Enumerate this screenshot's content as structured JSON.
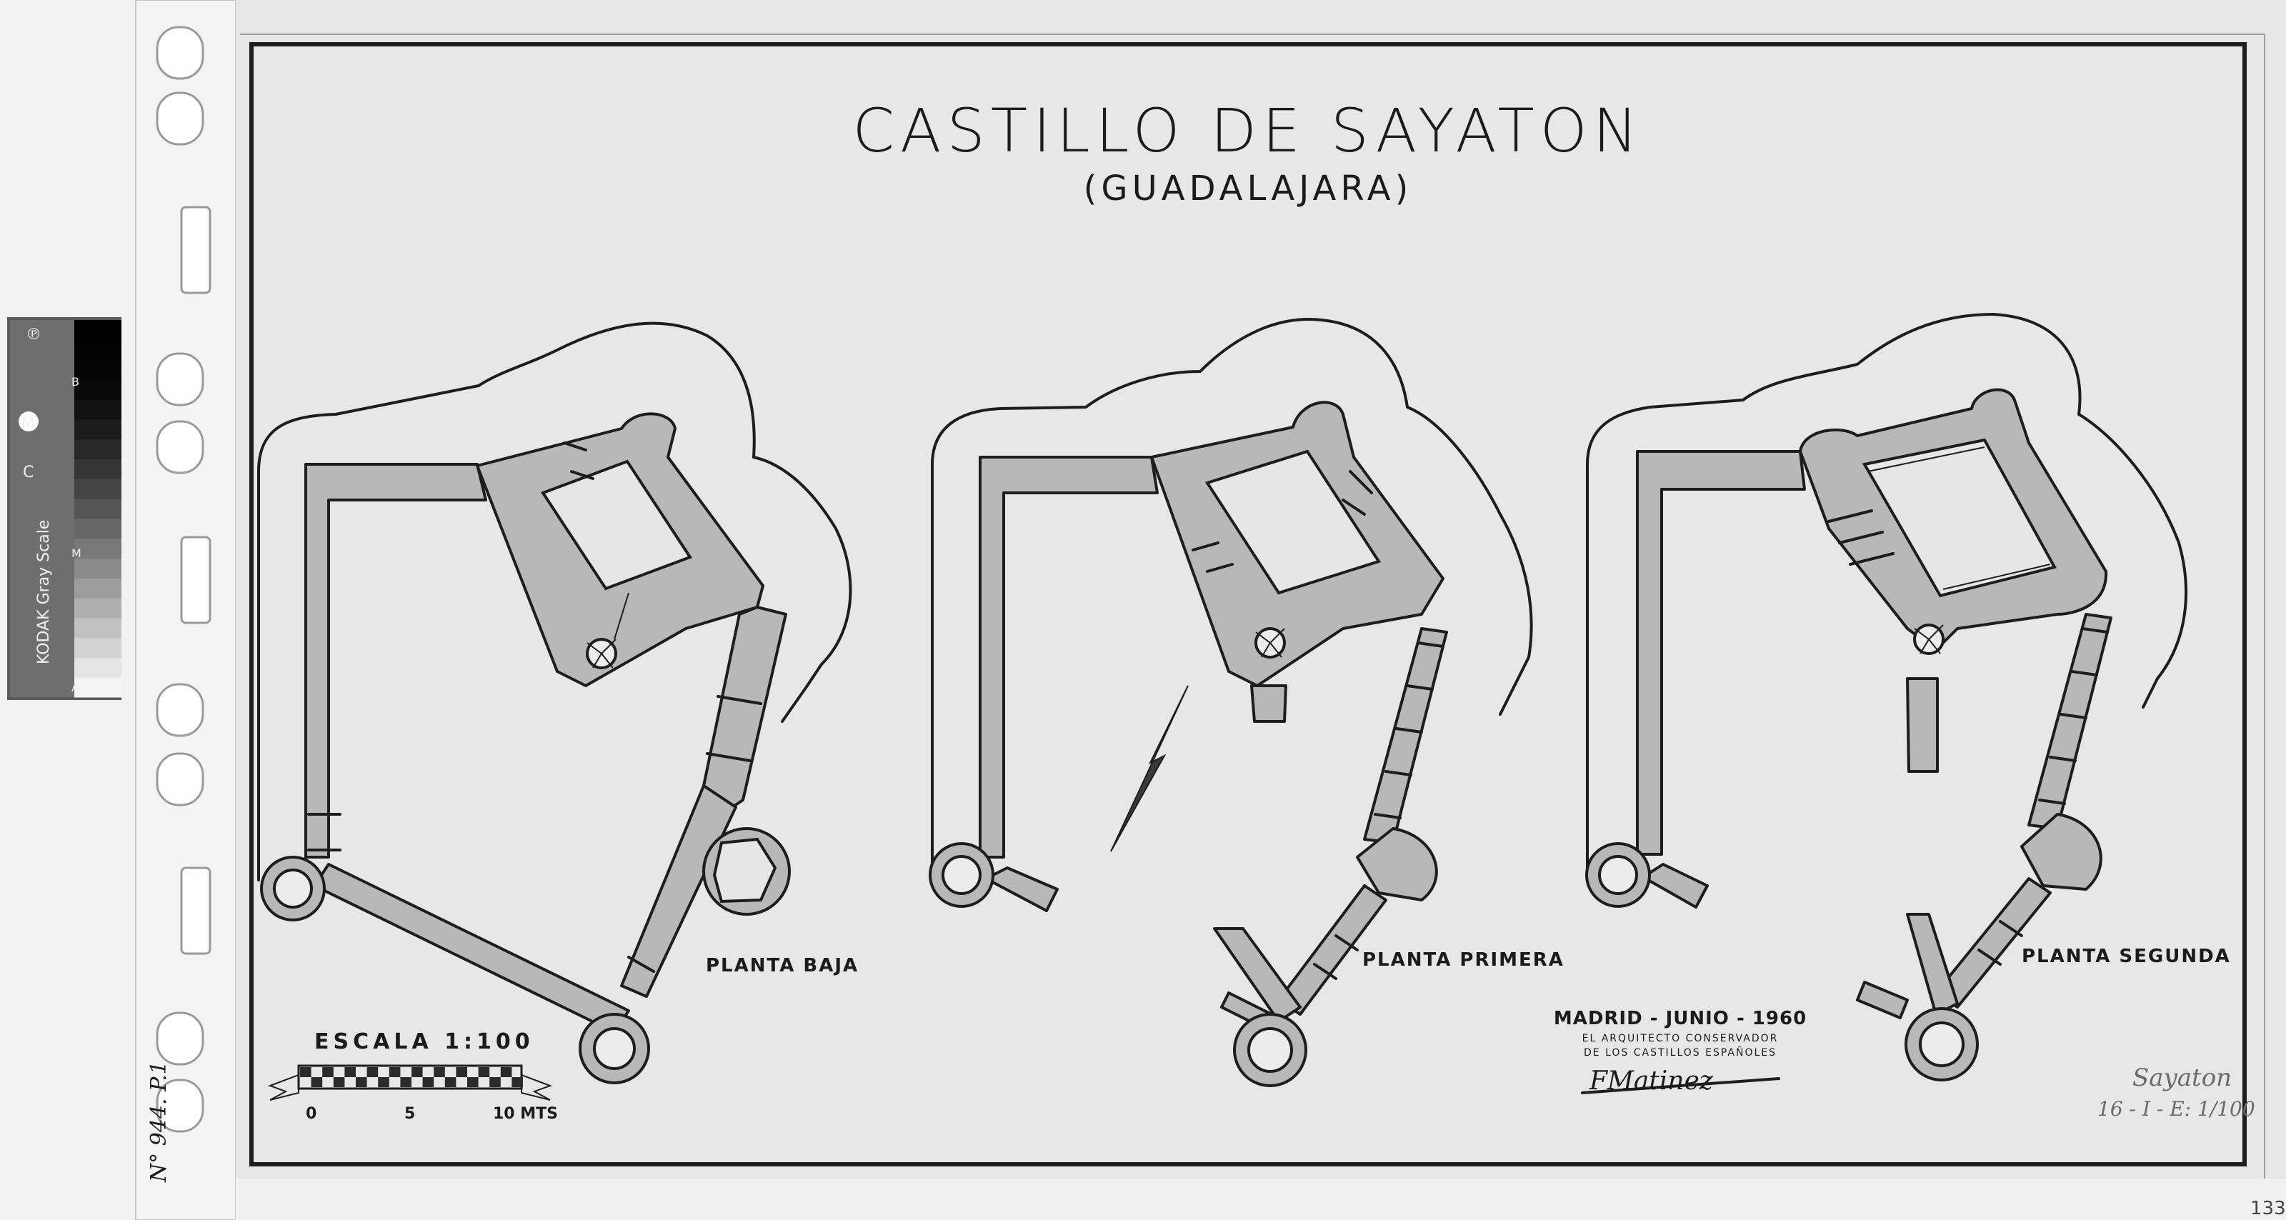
{
  "sheet": {
    "title": "CASTILLO DE SAYATON",
    "subtitle": "(GUADALAJARA)",
    "plans": [
      {
        "label": "PLANTA BAJA"
      },
      {
        "label": "PLANTA PRIMERA"
      },
      {
        "label": "PLANTA SEGUNDA"
      }
    ],
    "scale": {
      "label": "ESCALA 1:100",
      "ticks": [
        "0",
        "5",
        "10 MTS"
      ]
    },
    "signature_block": {
      "place_date": "MADRID - JUNIO - 1960",
      "line1": "EL ARQUITECTO CONSERVADOR",
      "line2": "DE LOS CASTILLOS ESPAÑOLES",
      "signature": "FMatinez"
    },
    "handwritten_note": {
      "line1": "Sayaton",
      "line2": "16 - I - E: 1/100"
    },
    "margin_ref": "N° 944. P.1",
    "page_number": "133"
  },
  "gray_scale_card": {
    "brand": "KODAK Gray Scale",
    "letters": [
      "A",
      "M",
      "B"
    ],
    "markers": [
      "C",
      "M"
    ],
    "patches": [
      "#f4f4f4",
      "#e4e4e4",
      "#d2d2d2",
      "#c0c0c0",
      "#aeaeae",
      "#9c9c9c",
      "#8a8a8a",
      "#787878",
      "#666666",
      "#555555",
      "#444444",
      "#353535",
      "#272727",
      "#1b1b1b",
      "#111111",
      "#0a0a0a",
      "#050505",
      "#020202",
      "#000000"
    ]
  },
  "colors": {
    "paper": "#e7e7e7",
    "ink": "#1d1d1d",
    "wall_fill": "#b8b8b8"
  }
}
